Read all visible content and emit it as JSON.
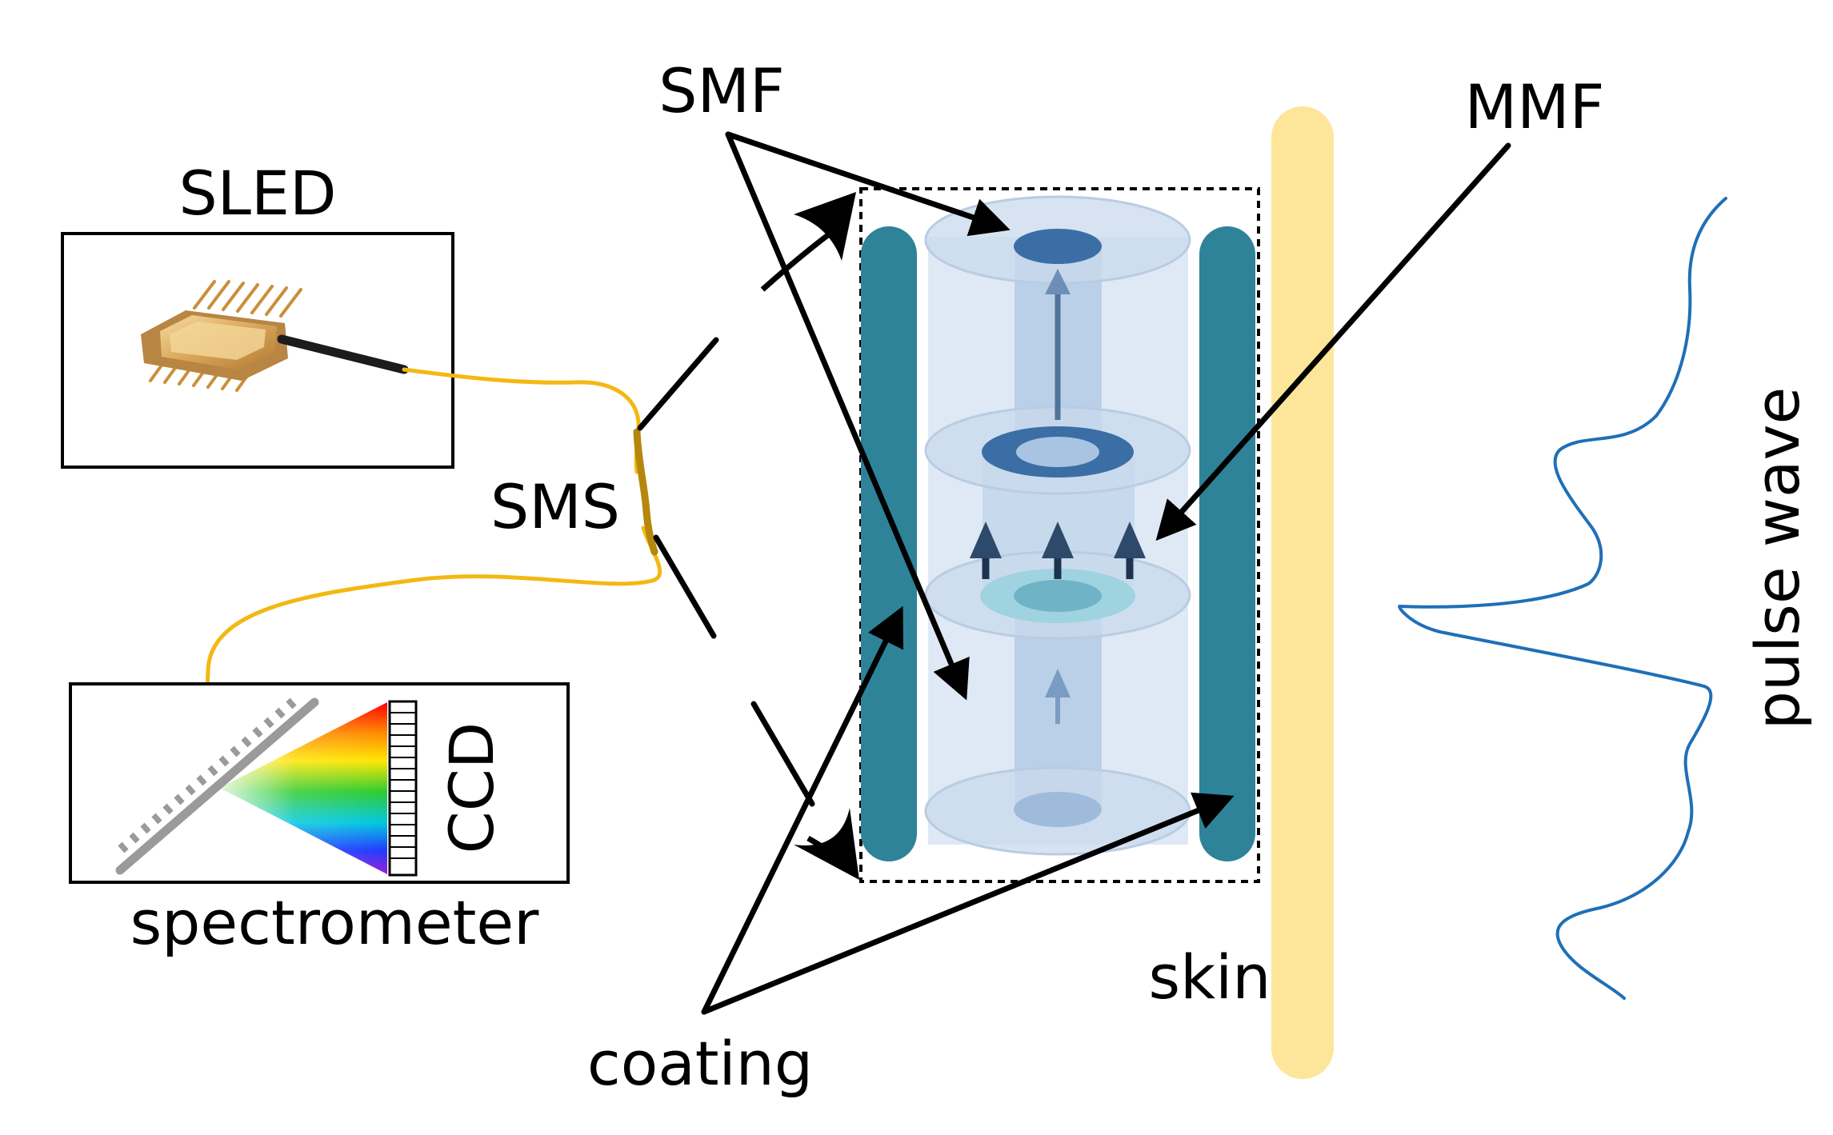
{
  "labels": {
    "sled": "SLED",
    "sms": "SMS",
    "ccd": "CCD",
    "spectrometer": "spectrometer",
    "smf": "SMF",
    "mmf": "MMF",
    "coating": "coating",
    "skin": "skin",
    "pulse_wave": "pulse wave"
  },
  "colors": {
    "fiber": "#f3b812",
    "coating": "#2e8399",
    "skin": "#fde59a",
    "pulse_wave": "#1f6fb8",
    "cladding": "#c9d9ec",
    "core": "#3b6ea5",
    "arrow_dark": "#2d4a6b",
    "black": "#000000"
  },
  "icons": {
    "sled_device": "sled-chip-icon",
    "grating": "diffraction-grating-icon",
    "ccd": "ccd-array-icon",
    "spectrum": "rainbow-spectrum-icon"
  }
}
